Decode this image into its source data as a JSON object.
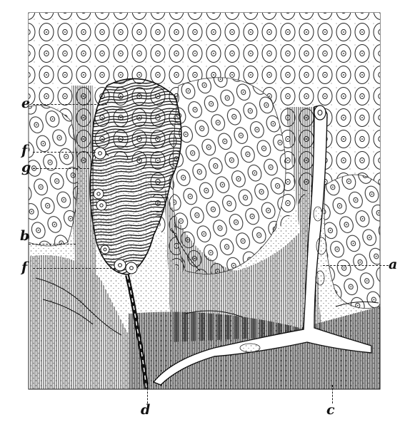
{
  "figure": {
    "labels": {
      "e": "e",
      "f_upper": "f",
      "g": "g",
      "b": "b",
      "f_lower": "f",
      "a": "a",
      "d": "d",
      "c": "c"
    }
  }
}
